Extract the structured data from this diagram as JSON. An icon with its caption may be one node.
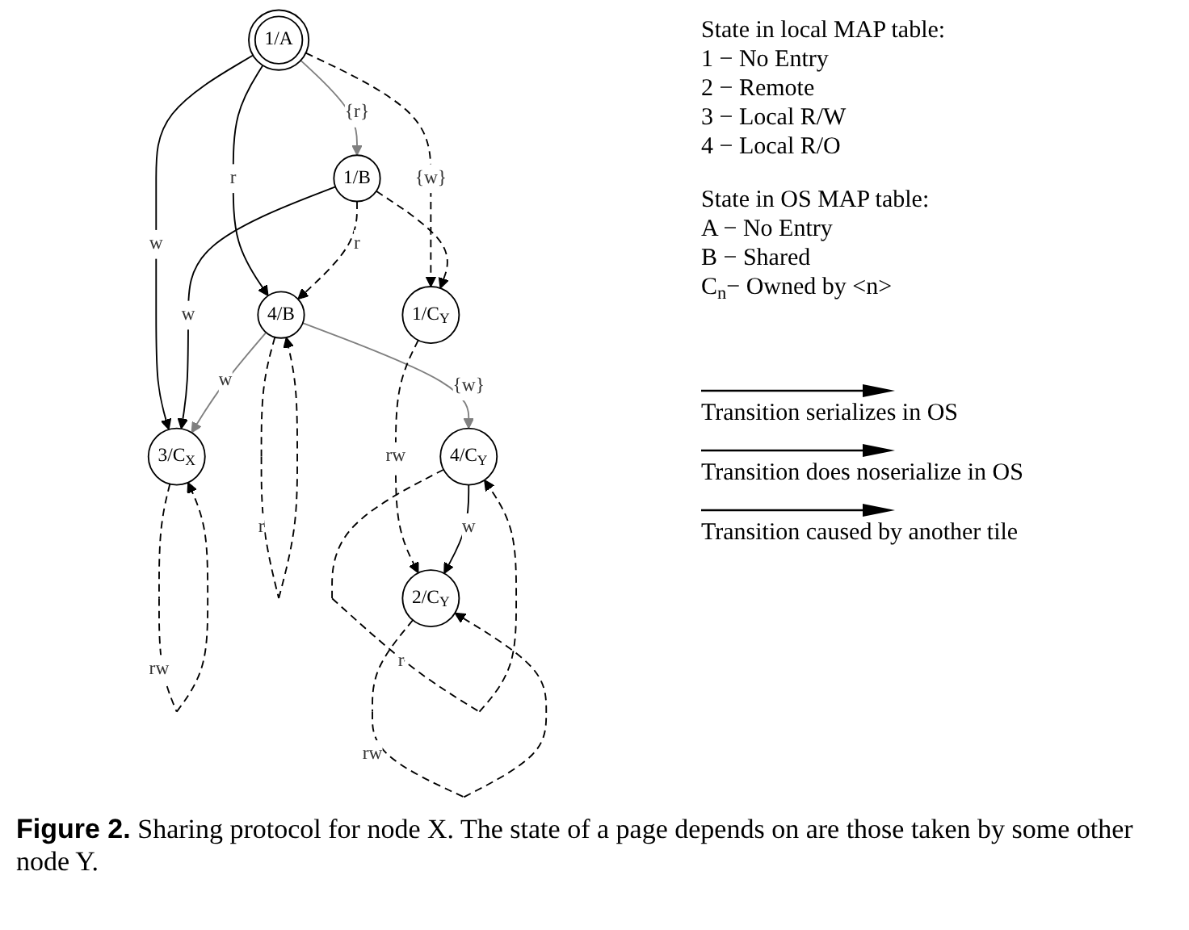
{
  "diagram": {
    "caption": "**Figure 2.** Sharing protocol for node X. The state of a page depends on are those taken by some other node Y.",
    "nodes": [
      {
        "text": [
          "1/A"
        ]
      },
      {
        "text": [
          "1/B"
        ]
      },
      {
        "text": [
          "3/C$_{X}$"
        ]
      },
      {
        "text": [
          "4/B"
        ]
      },
      {
        "text": [
          "2/C$_{Y}$"
        ]
      },
      {
        "text": [
          "1/C$_{Y}$"
        ]
      },
      {
        "text": [
          "4/C$_{Y}$"
        ]
      }
    ],
    "edges": [
      {
        "from": 0,
        "to": 2,
        "arrow": "to",
        "label": "w"
      },
      {
        "from": 0,
        "to": 1,
        "arrow": "to",
        "label": "{r}",
        "color": "#808080"
      },
      {
        "from": 0,
        "to": 3,
        "arrow": "to",
        "label": "r"
      },
      {
        "from": 1,
        "to": 2,
        "arrow": "to",
        "label": "w"
      },
      {
        "from": 1,
        "to": 3,
        "arrow": "to",
        "label": "r",
        "style": "dashed"
      },
      {
        "from": 3,
        "to": 2,
        "arrow": "to",
        "label": "w",
        "color": "#808080"
      },
      {
        "from": 2,
        "to": 2,
        "arrow": "to",
        "label": "rw",
        "style": "dashed"
      },
      {
        "from": 3,
        "to": 3,
        "arrow": "to",
        "label": "r",
        "style": "dashed"
      },
      {
        "from": 4,
        "to": 4,
        "arrow": "to",
        "label": "rw",
        "style": "dashed"
      },
      {
        "from": 3,
        "to": 6,
        "arrow": "to",
        "label": "{w}",
        "color": "#808080"
      },
      {
        "from": 0,
        "to": 5,
        "arrow": "to",
        "label": "{w}",
        "style": "dashed"
      },
      {
        "from": 1,
        "to": 5,
        "arrow": "to",
        "style": "dashed"
      },
      {
        "from": 5,
        "to": 4,
        "arrow": "to",
        "label": "rw",
        "style": "dashed"
      },
      {
        "from": 6,
        "to": 4,
        "arrow": "to",
        "label": "w"
      },
      {
        "from": 6,
        "to": 6,
        "arrow": "to",
        "label": "r",
        "style": "dashed"
      }
    ],
    "labels": [
      "State in local MAP table:",
      "1 − No Entry",
      "2 − Remote",
      "3 − Local R/W",
      "4 − Local R/O",
      "State in OS MAP table:",
      "A − No Entry",
      "B − Shared",
      "C$_{n}$− Owned by <n>"
    ],
    "legend": [
      {
        "text": "Transition serializes in OS"
      },
      {
        "text": "Transition does noserialize in OS"
      },
      {
        "text": "Transition caused by another tile"
      }
    ]
  }
}
